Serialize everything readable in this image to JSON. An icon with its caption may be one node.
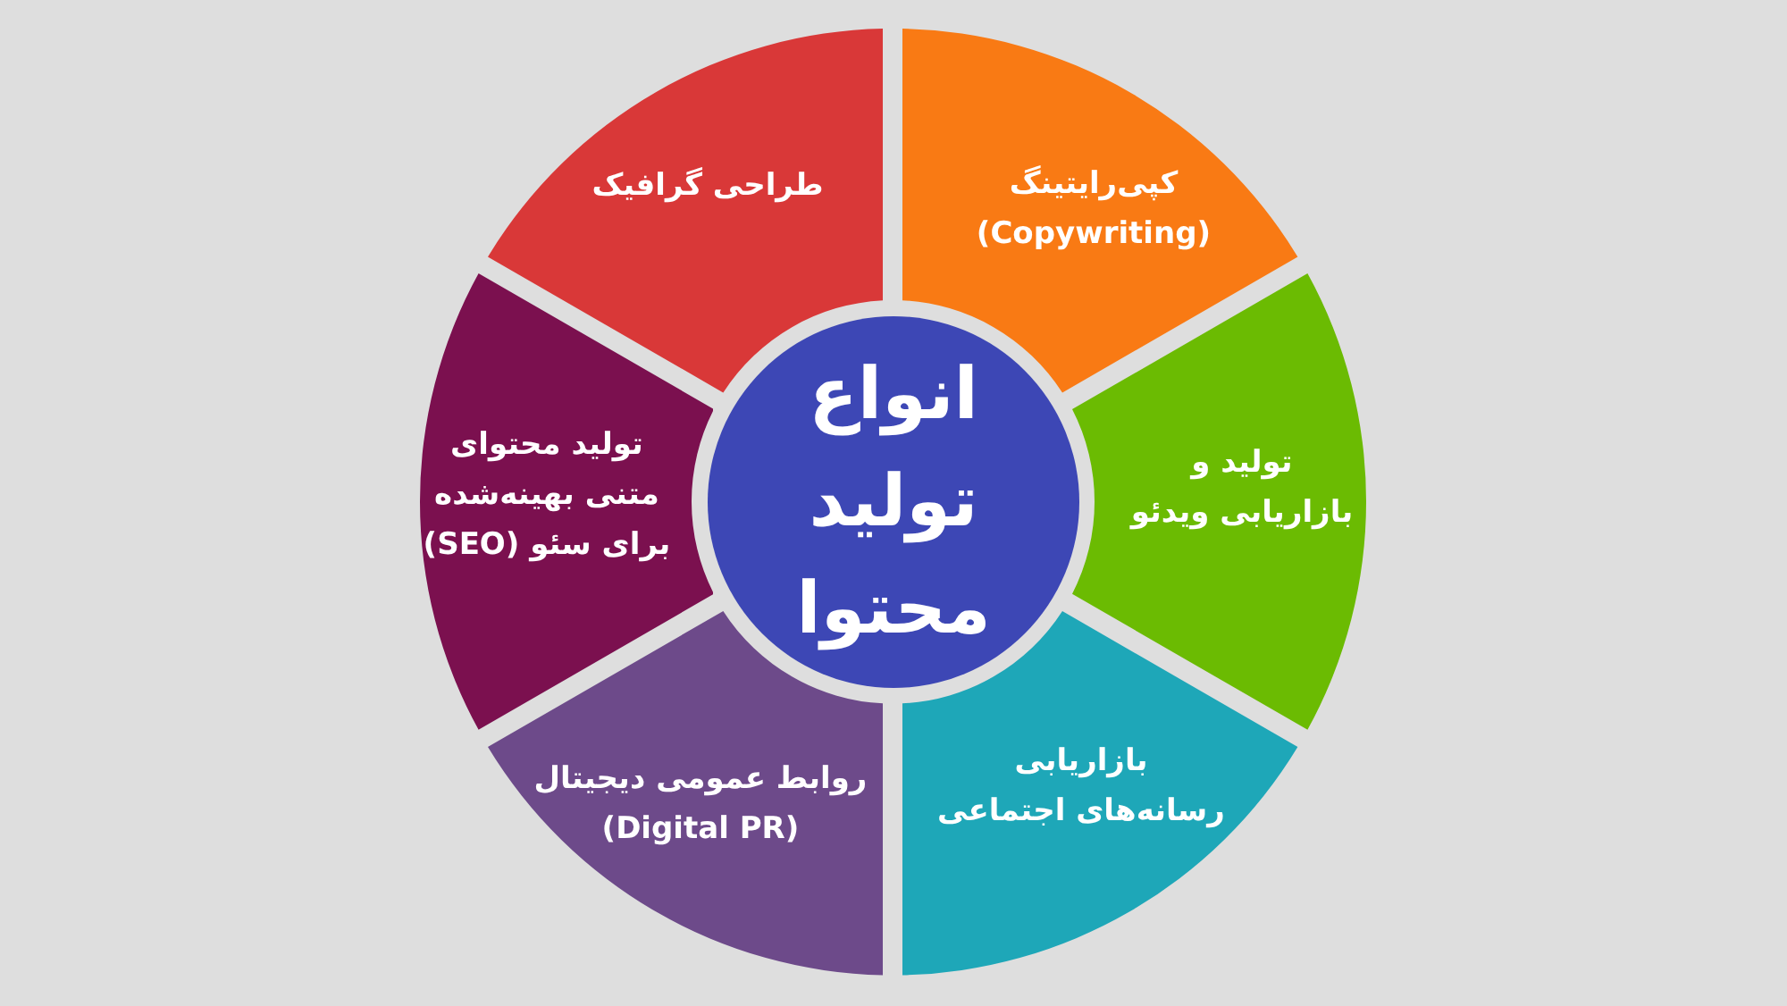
{
  "diagram": {
    "nodes": [
      {
        "text": [
          "انواع تولید محتوا"
        ]
      },
      {
        "text": [
          "کپی‌رایتینگ (Copywriting)"
        ]
      },
      {
        "text": [
          "تولید و بازاریابی ویدئو"
        ]
      },
      {
        "text": [
          "بازاریابی رسانه‌های اجتماعی"
        ]
      },
      {
        "text": [
          "روابط عمومی دیجیتال (Digital PR)"
        ]
      },
      {
        "text": [
          "تولید محتوای متنی بهینه‌شده برای سئو (SEO)"
        ]
      },
      {
        "text": [
          "طراحی گرافیک"
        ]
      }
    ]
  }
}
